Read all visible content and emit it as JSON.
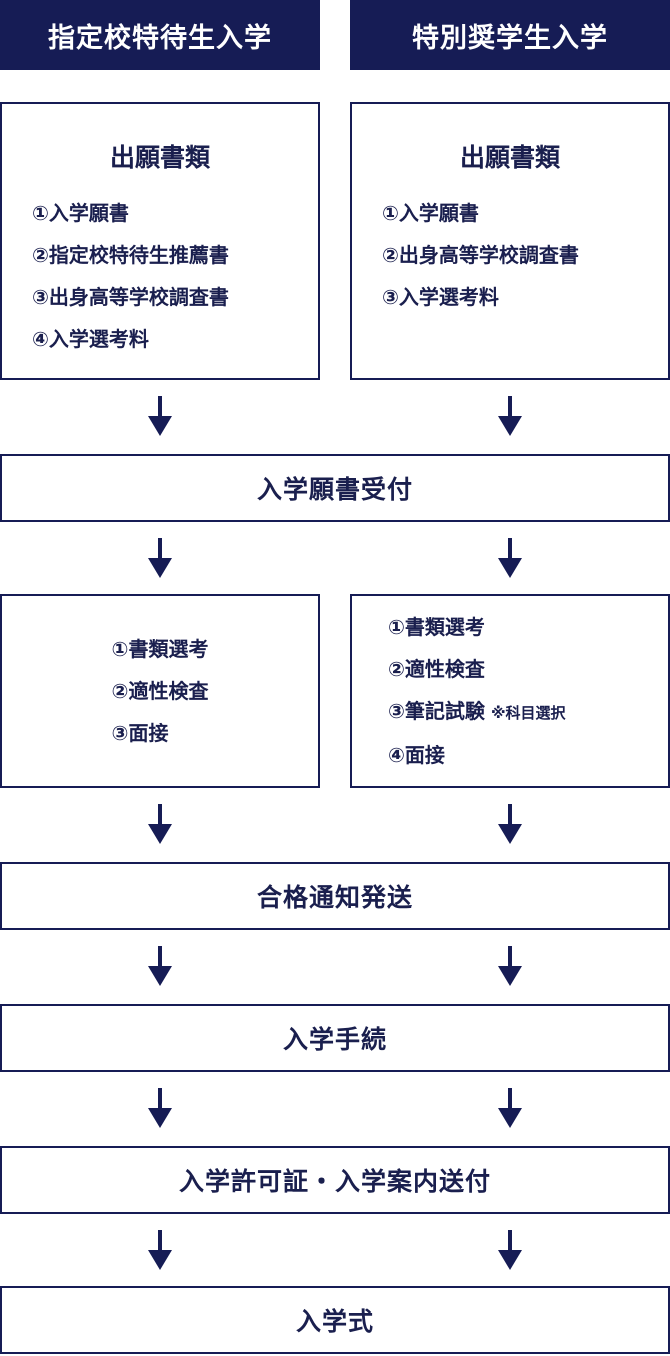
{
  "headers": {
    "left": "指定校特待生入学",
    "right": "特別奨学生入学"
  },
  "documents": {
    "left": {
      "title": "出願書類",
      "items": [
        "①入学願書",
        "②指定校特待生推薦書",
        "③出身高等学校調査書",
        "④入学選考料"
      ]
    },
    "right": {
      "title": "出願書類",
      "items": [
        "①入学願書",
        "②出身高等学校調査書",
        "③入学選考料"
      ]
    }
  },
  "stages": {
    "application": "入学願書受付",
    "notification": "合格通知発送",
    "procedure": "入学手続",
    "permit": "入学許可証・入学案内送付",
    "ceremony": "入学式"
  },
  "selection": {
    "left": [
      "①書類選考",
      "②適性検査",
      "③面接"
    ],
    "right": {
      "items": [
        "①書類選考",
        "②適性検査",
        "③筆記試験",
        "④面接"
      ],
      "note": "※科目選択"
    }
  },
  "colors": {
    "navy": "#161c55"
  }
}
